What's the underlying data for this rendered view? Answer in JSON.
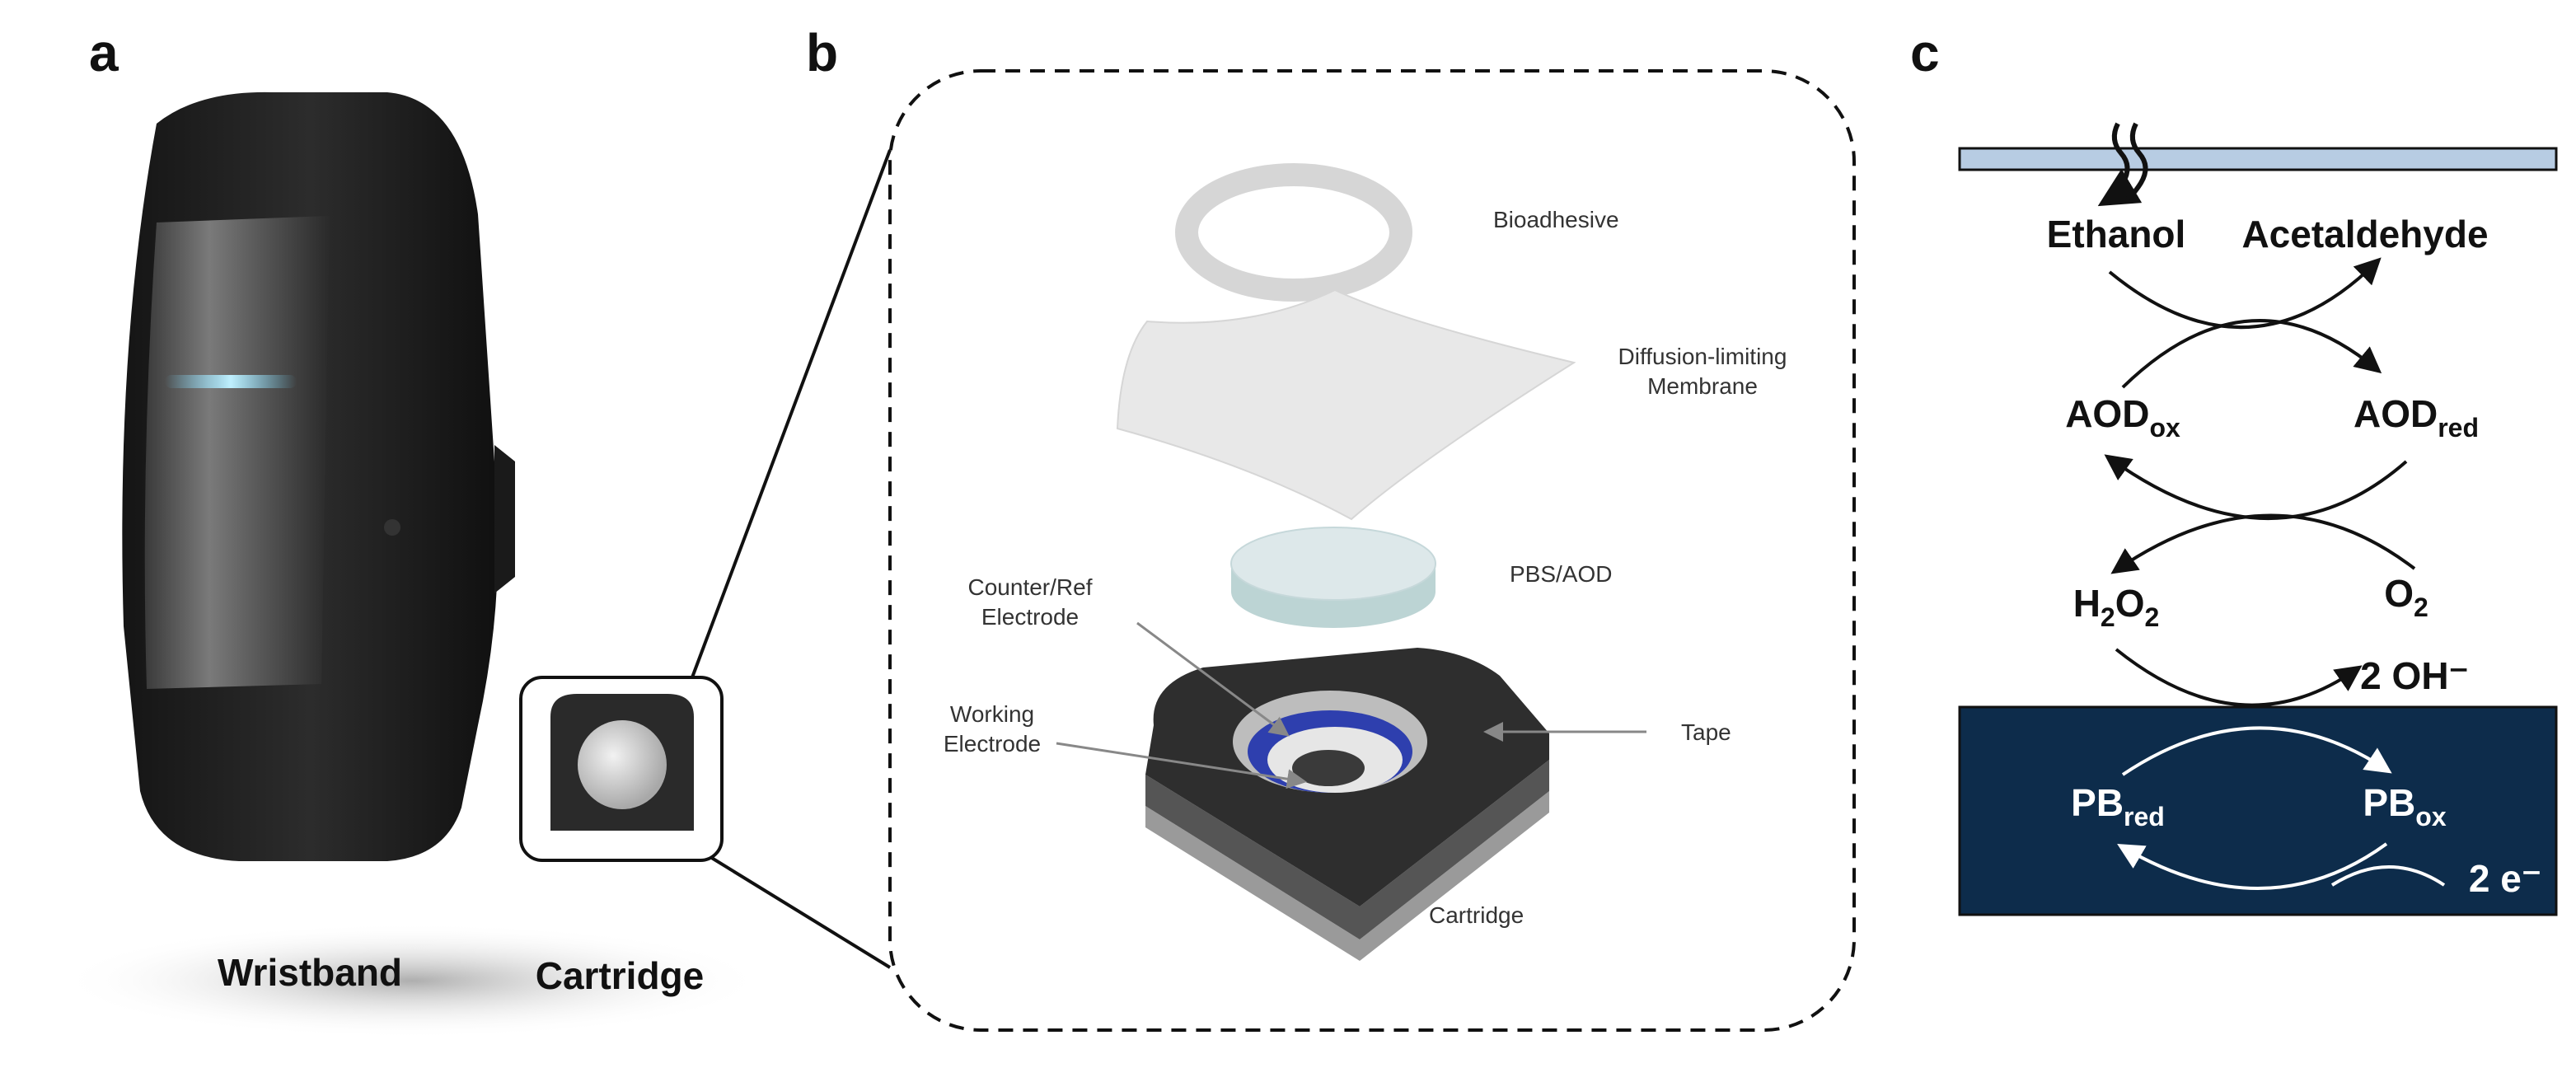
{
  "panels": {
    "a": {
      "letter": "a",
      "wristband_label": "Wristband",
      "cartridge_label": "Cartridge"
    },
    "b": {
      "letter": "b",
      "layers": {
        "bioadhesive": "Bioadhesive",
        "membrane_line1": "Diffusion-limiting",
        "membrane_line2": "Membrane",
        "pbs_aod": "PBS/AOD",
        "counter_line1": "Counter/Ref",
        "counter_line2": "Electrode",
        "working_line1": "Working",
        "working_line2": "Electrode",
        "tape": "Tape",
        "cartridge": "Cartridge"
      }
    },
    "c": {
      "letter": "c",
      "species": {
        "ethanol": "Ethanol",
        "acetaldehyde": "Acetaldehyde",
        "aod_ox_base": "AOD",
        "aod_ox_sub": "ox",
        "aod_red_base": "AOD",
        "aod_red_sub": "red",
        "h2o2": {
          "p1": "H",
          "s1": "2",
          "p2": "O",
          "s2": "2"
        },
        "o2": {
          "p1": "O",
          "s1": "2"
        },
        "hydroxide": "2 OH⁻",
        "pb_red_base": "PB",
        "pb_red_sub": "red",
        "pb_ox_base": "PB",
        "pb_ox_sub": "ox",
        "electrons": "2 e⁻"
      },
      "colors": {
        "membrane": "#b7cce3",
        "electrode": "#0d2c4b"
      }
    }
  }
}
